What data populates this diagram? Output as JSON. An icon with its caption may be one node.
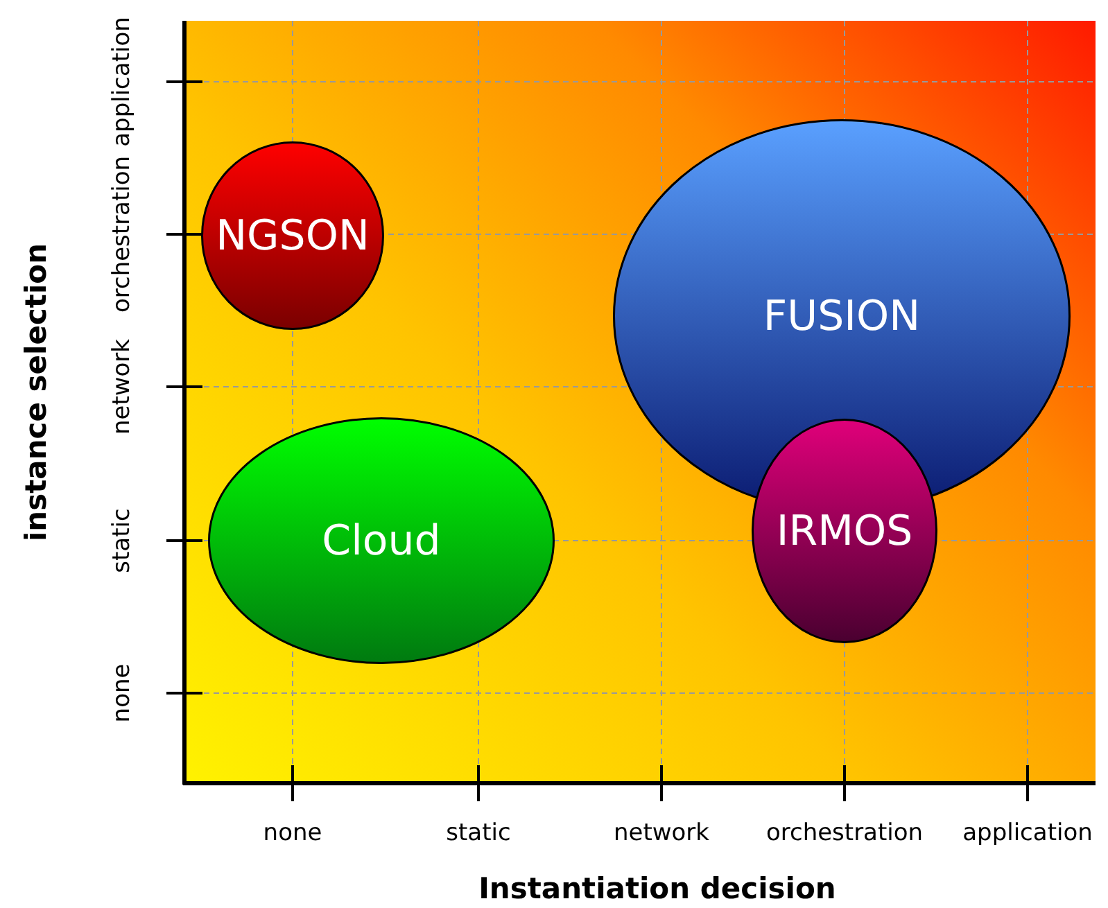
{
  "diagram": {
    "nodes": [
      {
        "text": [
          "NGSON"
        ]
      },
      {
        "text": [
          "Cloud"
        ]
      },
      {
        "text": [
          "FUSION"
        ]
      },
      {
        "text": [
          "IRMOS"
        ]
      }
    ],
    "labels": [
      "application",
      "orchestration",
      "network",
      "static",
      "none",
      "instance selection",
      "none",
      "static",
      "network",
      "orchestration",
      "application",
      "Instantiation decision"
    ]
  }
}
